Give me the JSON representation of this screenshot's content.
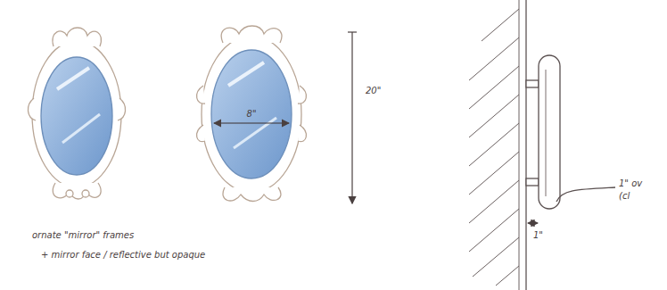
{
  "diagram": {
    "labels": [
      "8\"",
      "20\"",
      "ornate \"mirror\" frames",
      "+ mirror face / reflective but opaque",
      "1\" ov",
      "(cl",
      "1\""
    ]
  }
}
